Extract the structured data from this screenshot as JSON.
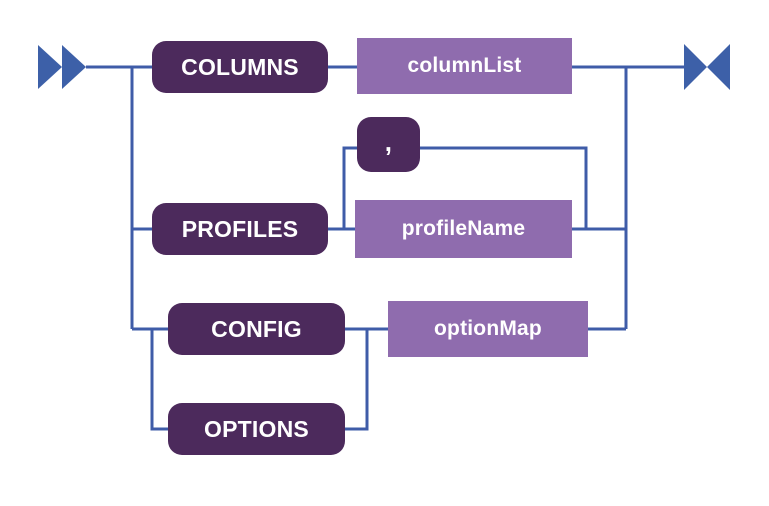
{
  "diagram": {
    "title": "railroad-syntax-diagram",
    "type": "railroad",
    "colors": {
      "terminal_fill": "#4c2a5c",
      "nonterminal_fill": "#8f6cae",
      "rail_stroke": "#3f5ca8",
      "marker_fill": "#3d60a8",
      "text": "#ffffff",
      "background": "#ffffff"
    },
    "start_marker": "double-triangle-right-icon",
    "end_marker": "bowtie-icon",
    "nodes": {
      "columns": {
        "label": "COLUMNS",
        "kind": "terminal"
      },
      "column_list": {
        "label": "columnList",
        "kind": "nonterminal"
      },
      "comma": {
        "label": ",",
        "kind": "terminal"
      },
      "profiles": {
        "label": "PROFILES",
        "kind": "terminal"
      },
      "profile_name": {
        "label": "profileName",
        "kind": "nonterminal"
      },
      "config": {
        "label": "CONFIG",
        "kind": "terminal"
      },
      "options": {
        "label": "OPTIONS",
        "kind": "terminal"
      },
      "option_map": {
        "label": "optionMap",
        "kind": "nonterminal"
      }
    },
    "branches": [
      {
        "id": "branch-columns",
        "sequence": [
          "COLUMNS",
          "columnList"
        ]
      },
      {
        "id": "branch-profiles",
        "sequence": [
          "PROFILES",
          "profileName"
        ],
        "repeat_separator": ","
      },
      {
        "id": "branch-config",
        "sequence": [
          "CONFIG",
          "optionMap"
        ]
      },
      {
        "id": "branch-options",
        "sequence": [
          "OPTIONS",
          "optionMap"
        ]
      }
    ]
  }
}
